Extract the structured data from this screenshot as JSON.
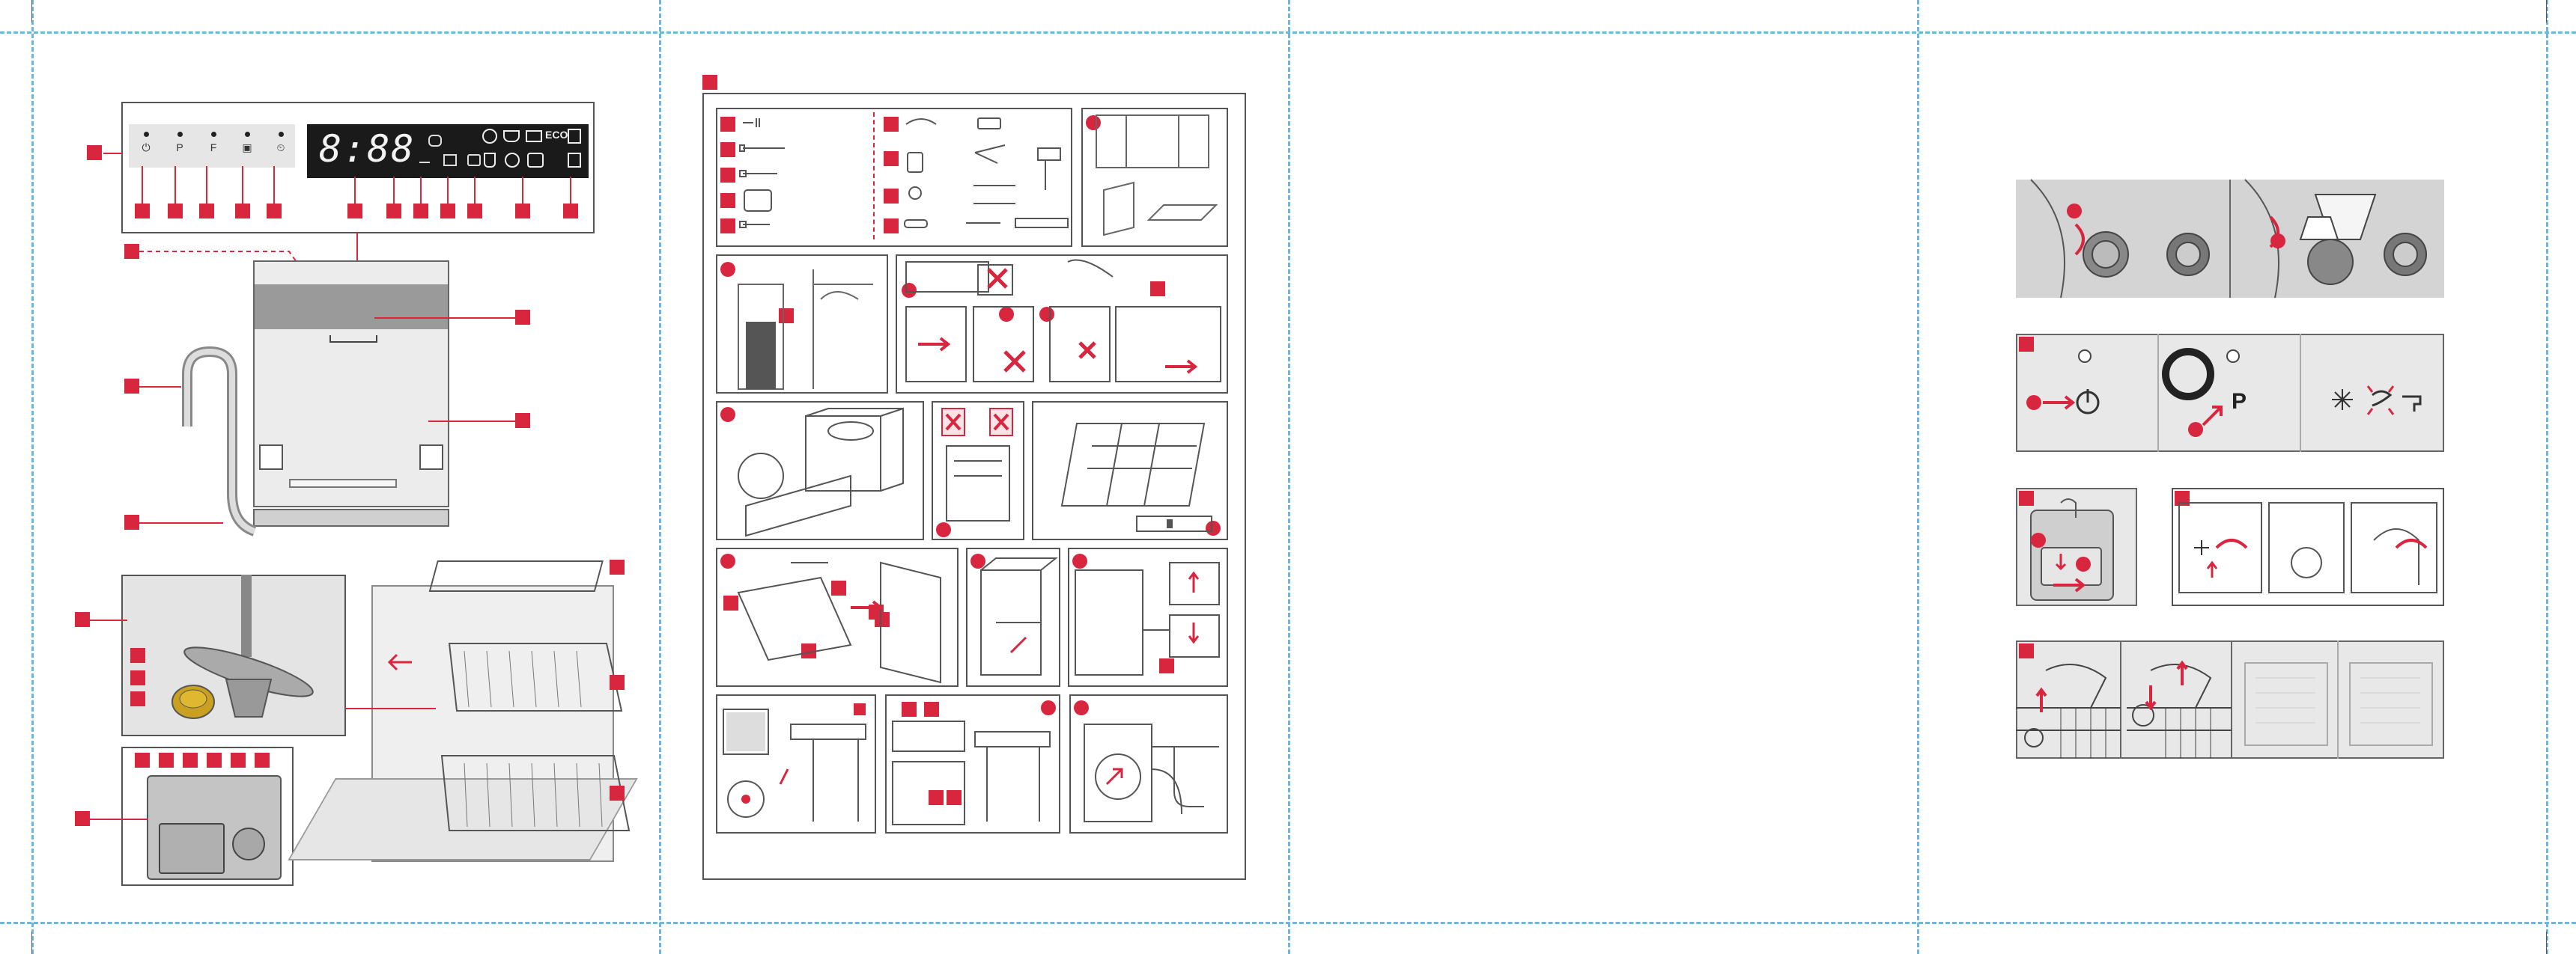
{
  "control_panel": {
    "display_time": "8:88",
    "button_symbols": [
      "⏻",
      "P",
      "F",
      "▣",
      "⏲"
    ],
    "eco_label": "ECO"
  },
  "installation_tip": {
    "program_symbol": "P"
  },
  "colors": {
    "accent": "#d9263f",
    "guide": "#6fb7d8",
    "line_art": "#555555"
  }
}
